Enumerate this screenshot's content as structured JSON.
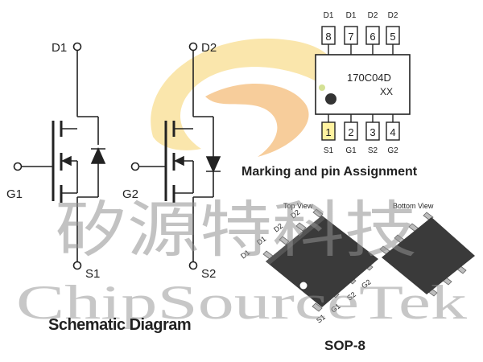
{
  "schematic": {
    "title": "Schematic Diagram",
    "left": {
      "drain": "D1",
      "gate": "G1",
      "source": "S1"
    },
    "right": {
      "drain": "D2",
      "gate": "G2",
      "source": "S2"
    }
  },
  "marking": {
    "title": "Marking and pin Assignment",
    "code_line1": "170C04D",
    "code_line2": "XX",
    "top_pins": [
      {
        "num": "8",
        "name": "D1"
      },
      {
        "num": "7",
        "name": "D1"
      },
      {
        "num": "6",
        "name": "D2"
      },
      {
        "num": "5",
        "name": "D2"
      }
    ],
    "bottom_pins": [
      {
        "num": "1",
        "name": "S1"
      },
      {
        "num": "2",
        "name": "G1"
      },
      {
        "num": "3",
        "name": "S2"
      },
      {
        "num": "4",
        "name": "G2"
      }
    ]
  },
  "package": {
    "name": "SOP-8",
    "top_view": "Top View",
    "bottom_view": "Bottom View",
    "top_labels": [
      "D1",
      "D1",
      "D2",
      "D2"
    ],
    "bottom_labels": [
      "S1",
      "G1",
      "S2",
      "G2"
    ]
  },
  "watermark": {
    "chinese": "矽源特科技",
    "english": "ChipSourceTek"
  },
  "colors": {
    "ink": "#222222",
    "chip_body": "#3a3a3a",
    "logo_yellow": "#f6d36a",
    "logo_orange": "#f2a54a",
    "watermark": "#9a9a9a",
    "pin_highlight": "#fff2a0"
  }
}
